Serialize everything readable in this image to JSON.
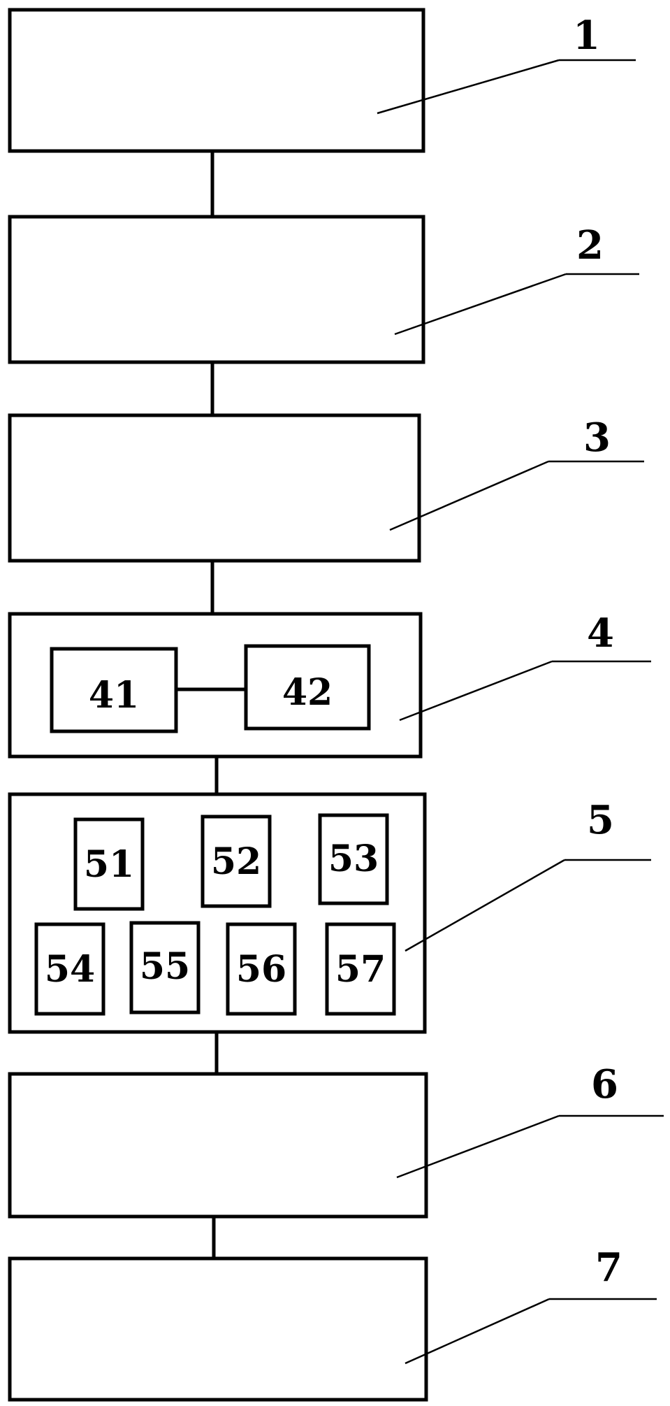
{
  "blocks": [
    {
      "id": "1",
      "label": "1"
    },
    {
      "id": "2",
      "label": "2"
    },
    {
      "id": "3",
      "label": "3"
    },
    {
      "id": "4",
      "label": "4",
      "sub_blocks": [
        "41",
        "42"
      ]
    },
    {
      "id": "5",
      "label": "5",
      "sub_blocks": [
        "51",
        "52",
        "53",
        "54",
        "55",
        "56",
        "57"
      ]
    },
    {
      "id": "6",
      "label": "6"
    },
    {
      "id": "7",
      "label": "7"
    }
  ]
}
